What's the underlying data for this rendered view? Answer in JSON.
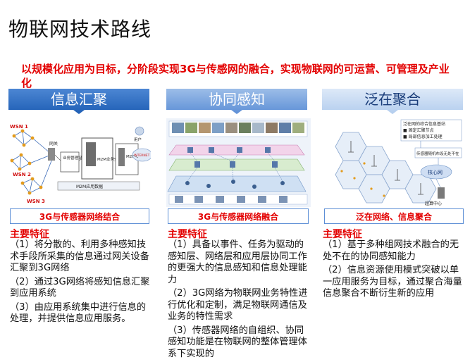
{
  "title": "物联网技术路线",
  "subtitle": "以规模化应用为目标，分阶段实现3G与传感网的融合，实现物联网的可运营、可管理及产业化",
  "colors": {
    "subtitle": "#e30000",
    "banner_left": "#1f5fb5",
    "banner_mid": "#6d9ad8",
    "banner_right": "#bcd4f2"
  },
  "columns": [
    {
      "banner": "信息汇聚",
      "tag": "3G与传感器网络结合",
      "heading": "主要特征",
      "features": [
        "（1）将分散的、利用多种感知技术手段所采集的信息通过网关设备汇聚到3G网络",
        "（2）通过3G网络将感知信息汇聚到应用系统",
        "（3）由应用系统集中进行信息的处理，并提供信息应用服务。"
      ],
      "diagram": {
        "wsn": [
          "WSN 1",
          "WSN 2",
          "WSN 3"
        ],
        "gateway": "网关",
        "platform": "M2M业务支撑平台",
        "app": "M2M应用业务系统",
        "service": "业务管理设备",
        "db": "M2M应用数据",
        "internet": "INTERNET",
        "user": "用户"
      }
    },
    {
      "banner": "协同感知",
      "tag": "3G与传感器网络融合",
      "heading": "主要特征",
      "features": [
        "（1）具备以事件、任务为驱动的感知层、网络层和应用层协同工作的更强大的信息感知和信息处理能力",
        "（2）3G网络为物联网业务特性进行优化和定制，满足物联网通信及业务的特性需求",
        "（3）传感器网络的自组织、协同感知功能是在物联网的整体管理体系下实现的"
      ]
    },
    {
      "banner": "泛在聚合",
      "tag": "泛在网络、信息聚合",
      "heading": "主要特征",
      "features": [
        "（1）基于多种组网技术融合的无处不在的协同感知能力",
        "（2）信息资源使用模式突破以单一应用服务为目标，通过聚合海量信息聚合不断衍生新的应用"
      ],
      "diagram": {
        "callout1": [
          "泛在网的综合信息基站",
          "■ 固定汇聚节点",
          "■ 局部信息加工处理"
        ],
        "callout2": [
          "传感器随机布设无处不在"
        ],
        "core": "核心网",
        "end": "超算中心"
      }
    }
  ]
}
